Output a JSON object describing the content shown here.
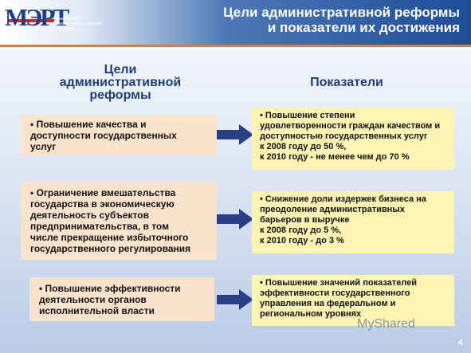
{
  "header": {
    "title_line1": "Цели административной реформы",
    "title_line2": "и показатели их достижения",
    "logo_mark": "МЭРТ",
    "logo_text": [
      "министерство",
      "экономического развития",
      "и торговли"
    ]
  },
  "columns": {
    "left_title": [
      "Цели",
      "административной",
      "реформы"
    ],
    "right_title": "Показатели"
  },
  "goals": [
    {
      "lines": [
        "▪ Повышение качества и",
        "доступности государственных",
        "услуг"
      ]
    },
    {
      "lines": [
        "▪ Ограничение вмешательства",
        "государства в экономическую",
        "деятельность субъектов",
        "предпринимательства, в том",
        "числе прекращение избыточного",
        "государственного регулирования"
      ]
    },
    {
      "lines": [
        "• Повышение эффективности",
        "деятельности органов",
        "исполнительной власти"
      ]
    }
  ],
  "indicators": [
    {
      "lines": [
        "• Повышение степени",
        "удовлетворенности граждан качеством и",
        "доступностью государственных услуг",
        "к 2008 году до 50 %,",
        "к 2010 году - не менее чем до 70 %"
      ]
    },
    {
      "lines": [
        "• Снижение доли издержек бизнеса на",
        "преодоление административных",
        "барьеров в выручке",
        "к 2008 году до 5 %,",
        "к 2010 году - до 3 %"
      ]
    },
    {
      "lines": [
        "• Повышение значений показателей",
        "эффективности государственного",
        "управления на федеральном и",
        "региональном уровнях"
      ]
    }
  ],
  "icons": {
    "arrow": "right-arrow-icon"
  },
  "colors": {
    "goal_bg": "#fbe2cc",
    "indicator_bg": "#fdf4b4",
    "arrow": "#2b3f86",
    "title_text": "#1f3d78"
  },
  "watermark": "MyShared",
  "page_number": "4"
}
